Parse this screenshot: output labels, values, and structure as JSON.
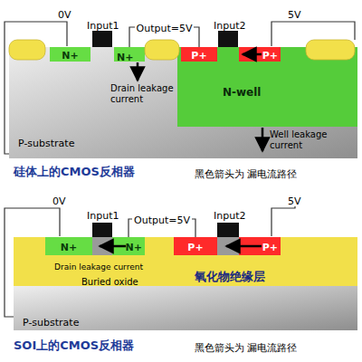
{
  "diagram": {
    "nodes": [
      {
        "text": [
          "P-substrate"
        ]
      },
      {
        "text": [
          "N+"
        ],
        "in": 0
      },
      {
        "text": [
          "N+"
        ],
        "in": 0
      },
      {
        "text": [
          "N-well"
        ],
        "in": 0
      },
      {
        "text": [
          "P+"
        ],
        "in": 3
      },
      {
        "text": [
          "P+"
        ],
        "in": 3
      },
      {
        "text": [
          "N+"
        ]
      },
      {
        "text": [
          "N+"
        ]
      },
      {
        "text": [
          "P+"
        ]
      },
      {
        "text": [
          "P+"
        ]
      },
      {
        "text": [
          "Buried oxide",
          "氧化物绝缘层"
        ]
      },
      {
        "text": [
          "P-substrate"
        ]
      }
    ],
    "edges": [
      {
        "from": 2,
        "to": 4,
        "label": "Output=5V",
        "arrow": "none"
      },
      {
        "from": 7,
        "to": 8,
        "label": "Output=5V",
        "arrow": "none"
      }
    ],
    "labels": [
      "0V",
      "Input1",
      "Input2",
      "5V",
      "Drain leakage current",
      "Well leakage current",
      "硅体上的CMOS反相器",
      "黑色箭头为 漏电流路径",
      "0V",
      "Input1",
      "Input2",
      "5V",
      "Drain leakage current",
      "SOI上的CMOS反相器",
      "黑色箭头为 漏电流路径"
    ]
  }
}
